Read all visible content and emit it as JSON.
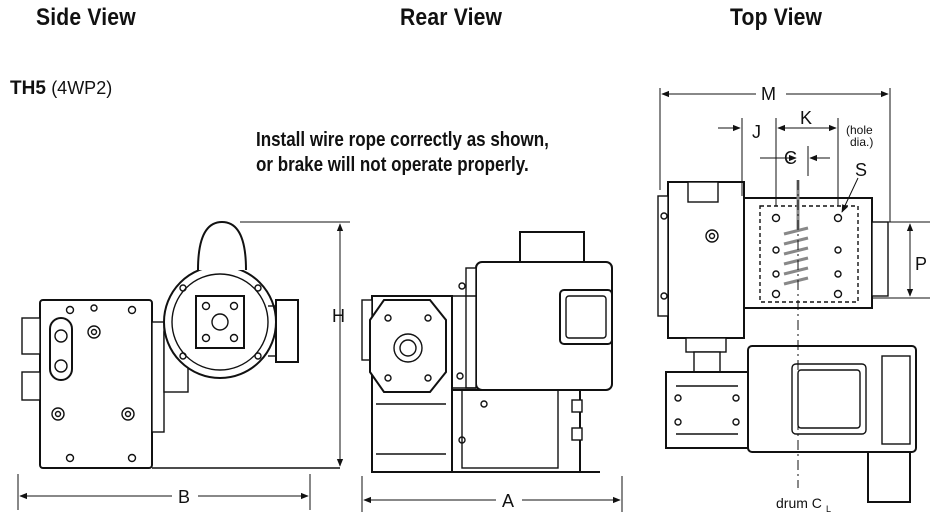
{
  "views": {
    "side": "Side View",
    "rear": "Rear View",
    "top": "Top View"
  },
  "model": {
    "name": "TH5",
    "code": "(4WP2)"
  },
  "warning": {
    "line1": "Install wire rope correctly as shown,",
    "line2": "or brake will not operate properly."
  },
  "dimensions": {
    "A": "A",
    "B": "B",
    "H": "H",
    "M": "M",
    "J": "J",
    "K": "K",
    "C": "C",
    "S": "S",
    "P": "P",
    "hole_dia_1": "(hole",
    "hole_dia_2": "dia.)",
    "drum_center": "drum C",
    "drum_center_sub": "L"
  }
}
